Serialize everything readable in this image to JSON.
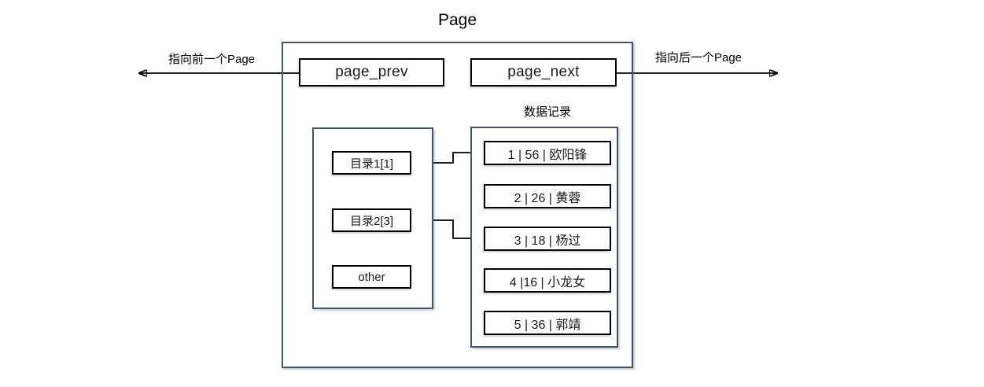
{
  "diagram": {
    "title": "Page",
    "prev_arrow_label": "指向前一个Page",
    "next_arrow_label": "指向后一个Page",
    "page_prev_label": "page_prev",
    "page_next_label": "page_next",
    "records_section_label": "数据记录",
    "directory_items": [
      {
        "label": "目录1[1]"
      },
      {
        "label": "目录2[3]"
      },
      {
        "label": "other"
      }
    ],
    "records": [
      {
        "text": "1 | 56 | 欧阳锋"
      },
      {
        "text": "2 | 26 | 黄蓉"
      },
      {
        "text": "3 | 18 | 杨过"
      },
      {
        "text": "4 |16 | 小龙女"
      },
      {
        "text": "5 | 36 | 郭靖"
      }
    ]
  },
  "colors": {
    "container_border": "#44546A",
    "node_border": "#000000",
    "arrow": "#000000",
    "background": "#ffffff",
    "text": "#000000"
  }
}
